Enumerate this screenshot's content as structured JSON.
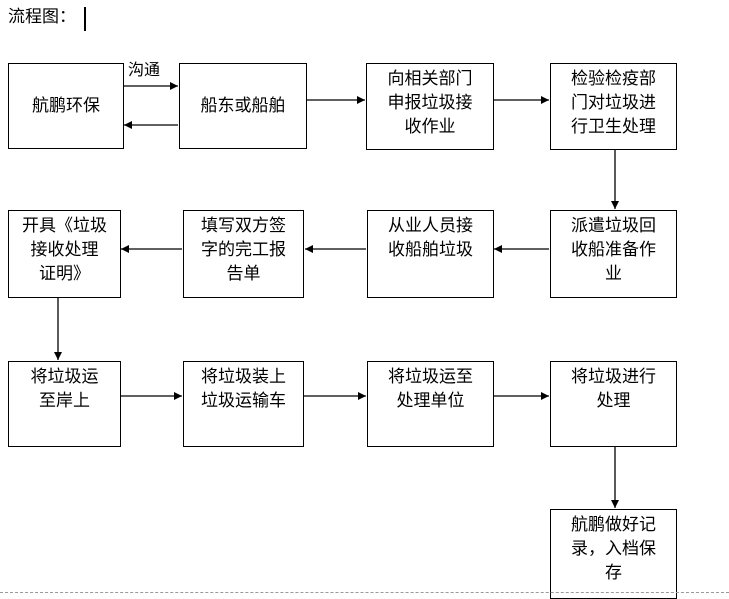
{
  "header": {
    "title": "流程图："
  },
  "diagram": {
    "edge_label": "沟通",
    "boxes": {
      "b1": "航鹏环保",
      "b2": "船东或船舶",
      "b3": "向相关部门\n申报垃圾接\n收作业",
      "b4": "检验检疫部\n门对垃圾进\n行卫生处理",
      "b5": "派遣垃圾回\n收船准备作\n业",
      "b6": "从业人员接\n收船舶垃圾",
      "b7": "填写双方签\n字的完工报\n告单",
      "b8": "开具《垃圾\n接收处理\n证明》",
      "b9": "将垃圾运\n至岸上",
      "b10": "将垃圾装上\n垃圾运输车",
      "b11": "将垃圾运至\n处理单位",
      "b12": "将垃圾进行\n处理",
      "b13": "航鹏做好记\n录，入档保\n存"
    }
  }
}
